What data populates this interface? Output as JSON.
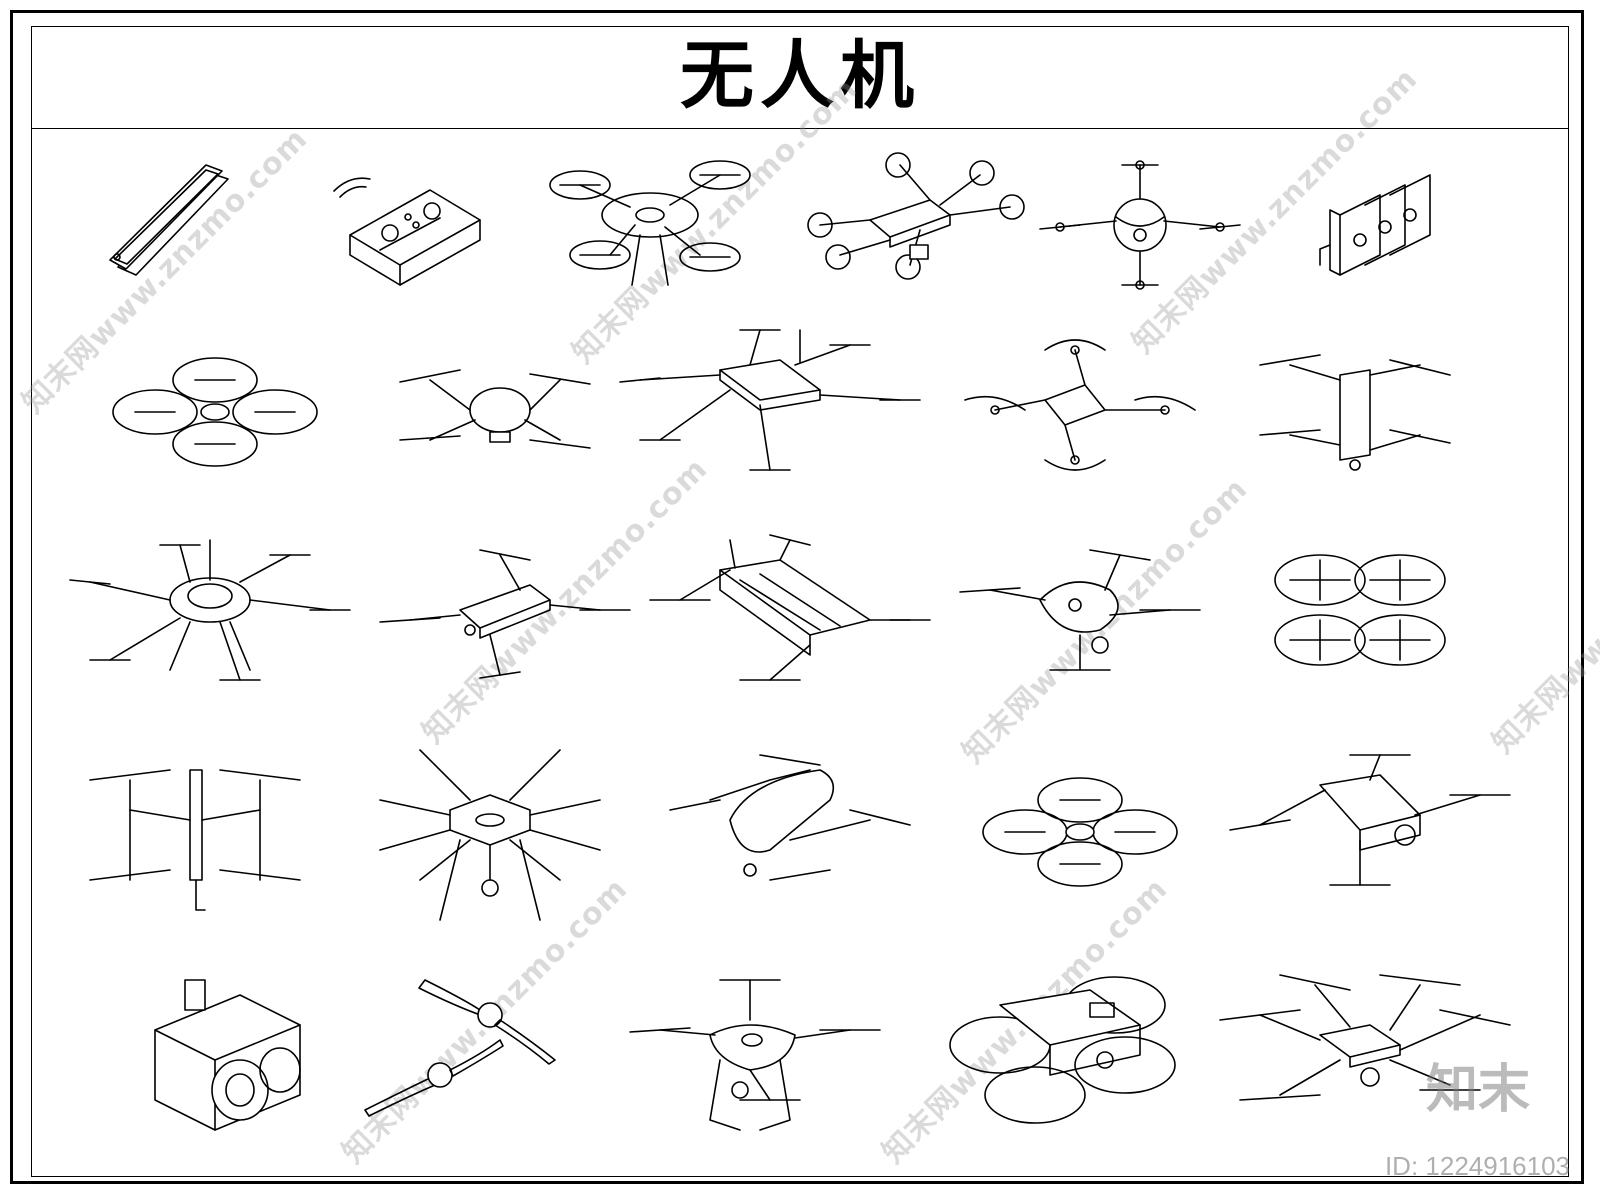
{
  "sheet": {
    "title": "无人机"
  },
  "watermark": {
    "site": "知末网www.znzmo.com"
  },
  "badge": {
    "logo_text": "知末",
    "id_text": "ID: 1224916103"
  },
  "icons": [
    [
      "smartphone-icon",
      "remote-controller-icon",
      "guarded-quadcopter-icon",
      "hexacopter-camera-icon",
      "spherical-drone-icon",
      "battery-pack-icon"
    ],
    [
      "ring-quadcopter-icon",
      "dome-quadcopter-icon",
      "hexacopter-antenna-icon",
      "racing-drone-icon",
      "folding-drone-icon"
    ],
    [
      "round-hexacopter-icon",
      "compact-quadcopter-icon",
      "long-body-drone-icon",
      "camera-quadcopter-icon",
      "ducted-quadcopter-icon"
    ],
    [
      "vtol-frame-drone-icon",
      "octocopter-icon",
      "cargo-drone-icon",
      "cinewhoop-drone-icon",
      "camera-drone-icon"
    ],
    [
      "action-camera-icon",
      "propeller-icon",
      "landing-gear-quadcopter-icon",
      "ducted-camera-drone-icon",
      "heavy-lift-hexacopter-icon"
    ]
  ]
}
